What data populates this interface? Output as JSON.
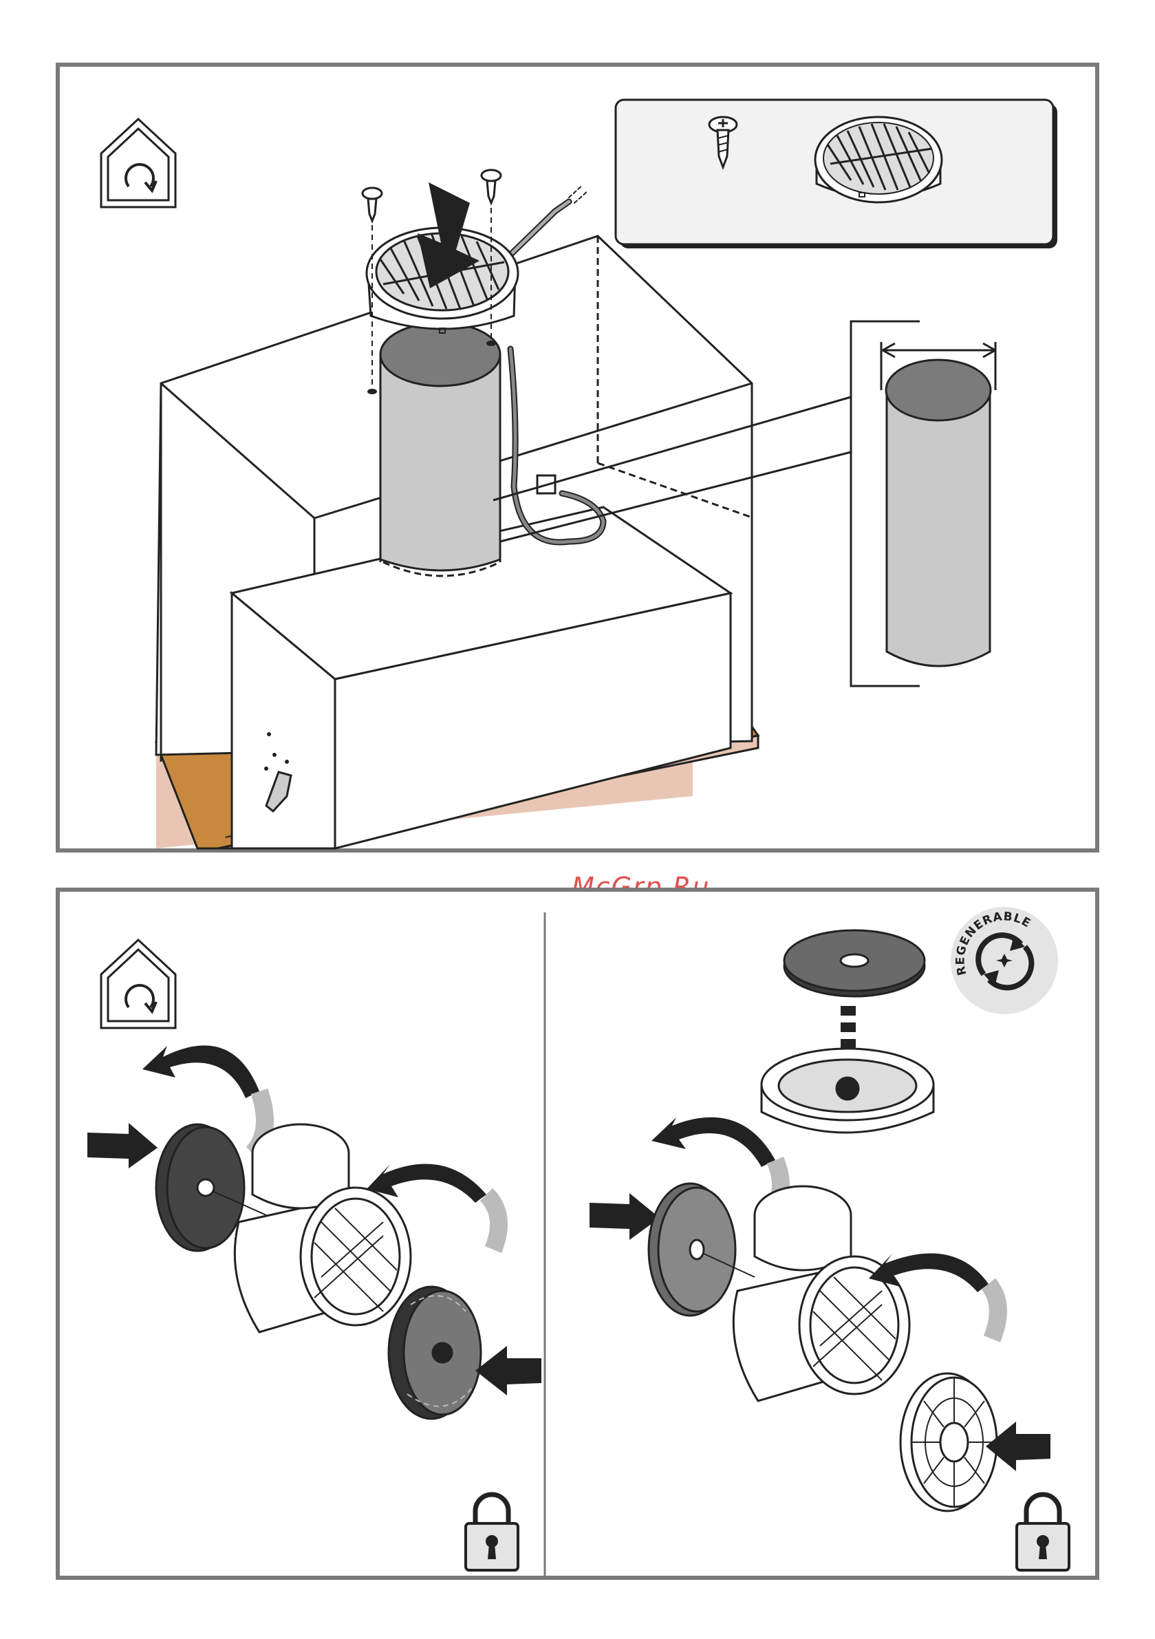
{
  "watermark": "McGrp.Ru",
  "badges": {
    "regenerable": "REGENERABLE"
  },
  "icons": {
    "top_panel": [
      "cycle-house-icon",
      "screw-icon",
      "round-filter-icon",
      "pipe-detail"
    ],
    "bottom_left": [
      "cycle-house-icon",
      "padlock-icon"
    ],
    "bottom_right": [
      "regenerable-badge-icon",
      "padlock-icon"
    ]
  },
  "colors": {
    "frame": "#7a7a7a",
    "wood": "#c8893f",
    "wood_edge": "#e9c6b4",
    "pipe": "#c9c9c9",
    "filter_dark": "#3a3a3a",
    "badge_bg": "#e4e4e4"
  }
}
